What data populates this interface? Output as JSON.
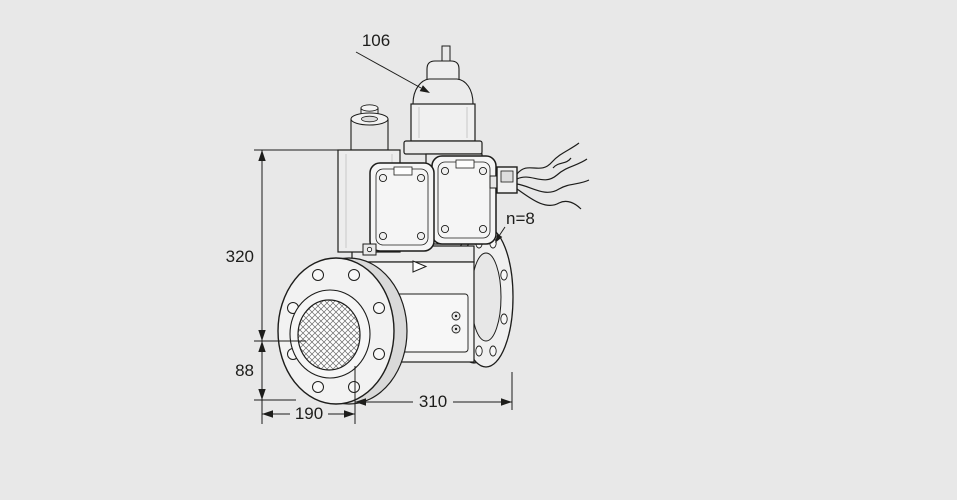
{
  "meta": {
    "background_color": "#e8e8e8",
    "line_color": "#1d1d1b",
    "fill_light": "#f2f2f2",
    "fill_mid": "#e9e9e9",
    "fill_dark": "#d9d9d9"
  },
  "drawing": {
    "kind": "technical dimension drawing of a flanged double solenoid valve",
    "dimensions": {
      "top_width": "106",
      "height_upper": "320",
      "height_lower": "88",
      "bottom_left_width": "190",
      "bottom_right_width": "310",
      "bolt_count_note": "n=8"
    }
  }
}
